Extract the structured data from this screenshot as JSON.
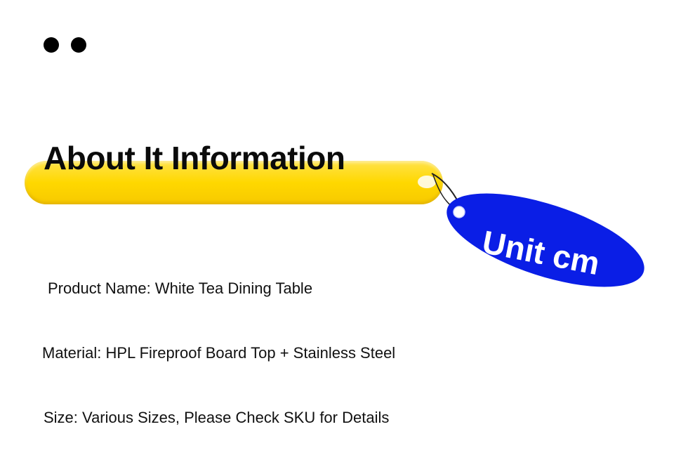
{
  "title": "About It Information",
  "unit_tag": "Unit cm",
  "info": {
    "product_name": "Product Name: White Tea Dining Table",
    "material": "Material: HPL Fireproof Board Top + Stainless Steel",
    "size": "Size: Various Sizes, Please Check SKU for Details"
  },
  "colors": {
    "accent_yellow": "#ffd800",
    "tag_blue": "#0a1ee6"
  }
}
